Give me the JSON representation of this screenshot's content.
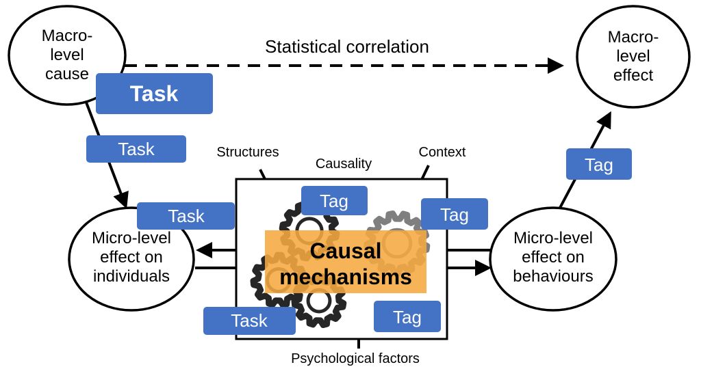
{
  "nodes": {
    "macro_cause": [
      "Macro-",
      "level",
      "cause"
    ],
    "macro_effect": [
      "Macro-",
      "level",
      "effect"
    ],
    "micro_individuals": [
      "Micro-level",
      "effect on",
      "individuals"
    ],
    "micro_behaviours": [
      "Micro-level",
      "effect on",
      "behaviours"
    ]
  },
  "edges": {
    "correlation": "Statistical correlation"
  },
  "mechanism": {
    "title": [
      "Causal",
      "mechanisms"
    ],
    "structures": "Structures",
    "causality": "Causality",
    "context": "Context",
    "psychological": "Psychological factors"
  },
  "badges": {
    "task_main": "Task",
    "task_left": "Task",
    "task_micro": "Task",
    "task_bottom": "Task",
    "tag_top": "Tag",
    "tag_right": "Tag",
    "tag_bottom": "Tag",
    "tag_effect": "Tag"
  },
  "colors": {
    "badge": "#4472C4",
    "mechanism_highlight": "#F6A940",
    "gear_dark": "#262626",
    "gear_gray": "#7F7F7F"
  },
  "icons": [
    "gear-icon"
  ]
}
